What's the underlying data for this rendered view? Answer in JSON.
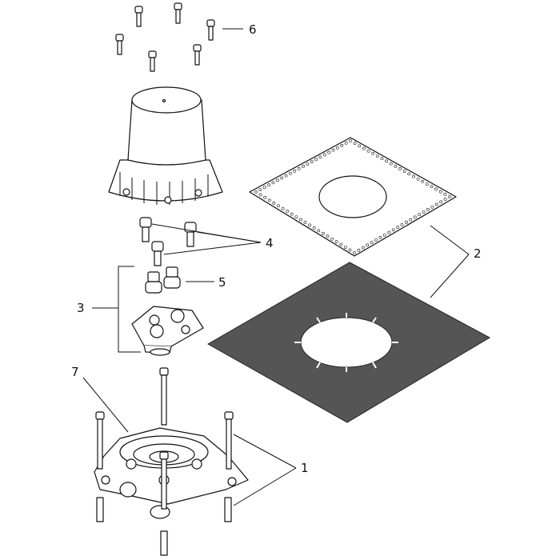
{
  "callouts": [
    {
      "id": "1",
      "label": "1"
    },
    {
      "id": "2",
      "label": "2"
    },
    {
      "id": "3",
      "label": "3"
    },
    {
      "id": "4",
      "label": "4"
    },
    {
      "id": "5",
      "label": "5"
    },
    {
      "id": "6",
      "label": "6"
    },
    {
      "id": "7",
      "label": "7"
    }
  ],
  "colors": {
    "line": "#111111",
    "membrane": "#555555",
    "paper": "#ffffff"
  }
}
